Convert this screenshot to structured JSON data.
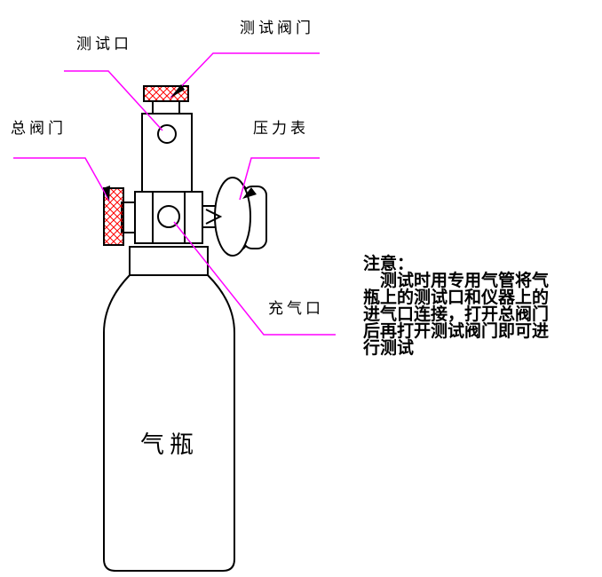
{
  "labels": {
    "test_valve": "测试阀门",
    "test_port": "测试口",
    "main_valve": "总阀门",
    "pressure_gauge": "压力表",
    "fill_port": "充气口",
    "bottle": "气瓶"
  },
  "note": {
    "title": "注意：",
    "lines": [
      "　测试时用专用气管将气",
      "瓶上的测试口和仪器上的",
      "进气口连接，打开总阀门",
      "后再打开测试阀门即可进",
      "行测试"
    ]
  },
  "colors": {
    "leader_line": "#ff00ff",
    "hatch": "#ff0000",
    "outline": "#000000"
  }
}
